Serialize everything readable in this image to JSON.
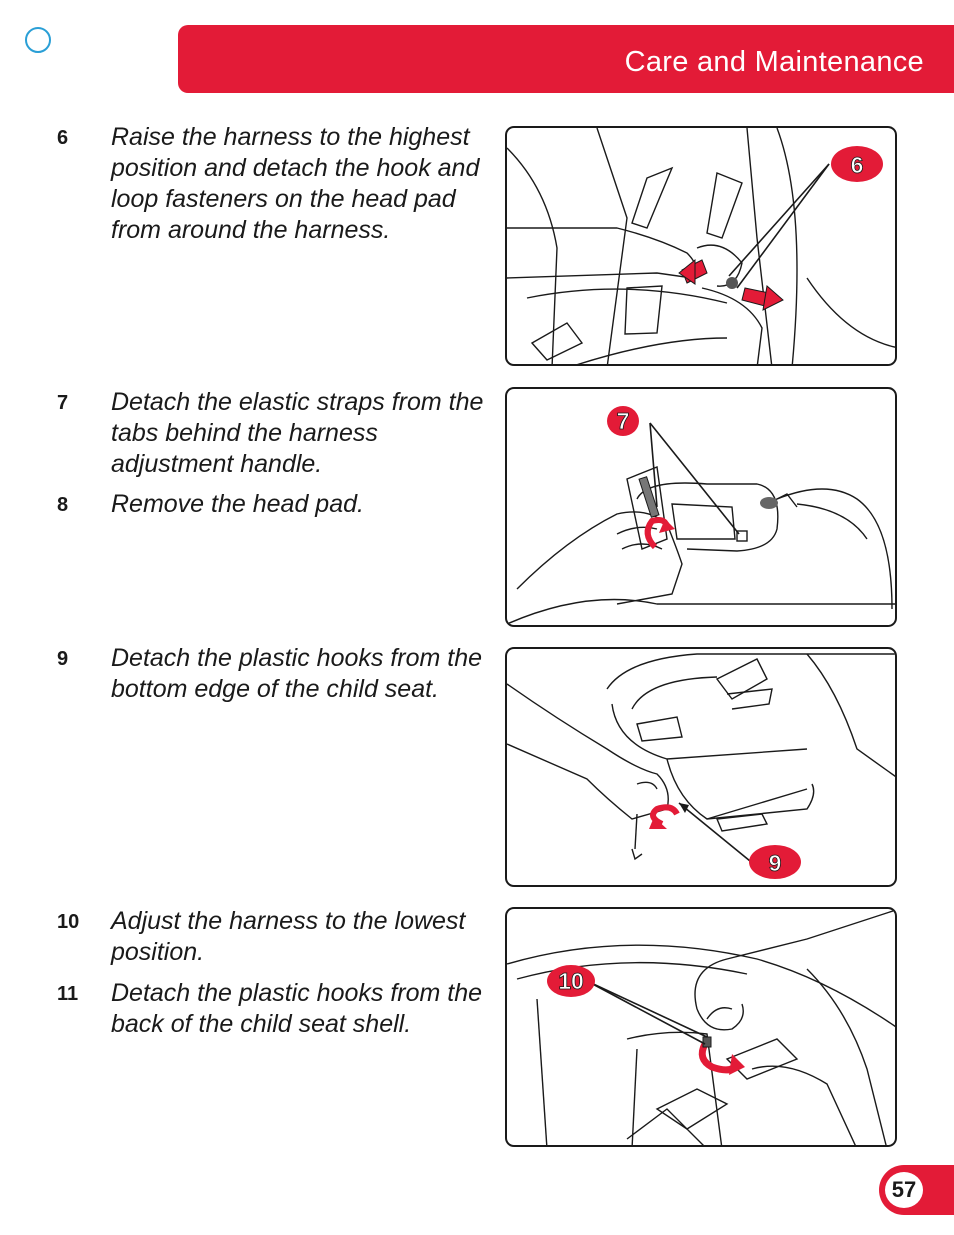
{
  "header": {
    "section_title": "Care and Maintenance"
  },
  "steps": [
    {
      "num": "6",
      "text": "Raise the harness to the highest position and detach the hook and loop fasteners on the head pad from around the harness."
    },
    {
      "num": "7",
      "text": "Detach the elastic straps from the tabs behind the harness adjustment handle."
    },
    {
      "num": "8",
      "text": "Remove the head pad."
    },
    {
      "num": "9",
      "text": "Detach the plastic hooks from the bottom edge of the child seat."
    },
    {
      "num": "10",
      "text": "Adjust the harness to the lowest position."
    },
    {
      "num": "11",
      "text": "Detach the plastic hooks from the back of the child seat shell."
    }
  ],
  "illustrations": [
    {
      "callout": "6"
    },
    {
      "callout": "7"
    },
    {
      "callout": "9"
    },
    {
      "callout": "10"
    }
  ],
  "footer": {
    "page_number": "57"
  },
  "colors": {
    "accent": "#e31b37",
    "corner_mark": "#2a9fd6",
    "text": "#1a1a1a"
  }
}
